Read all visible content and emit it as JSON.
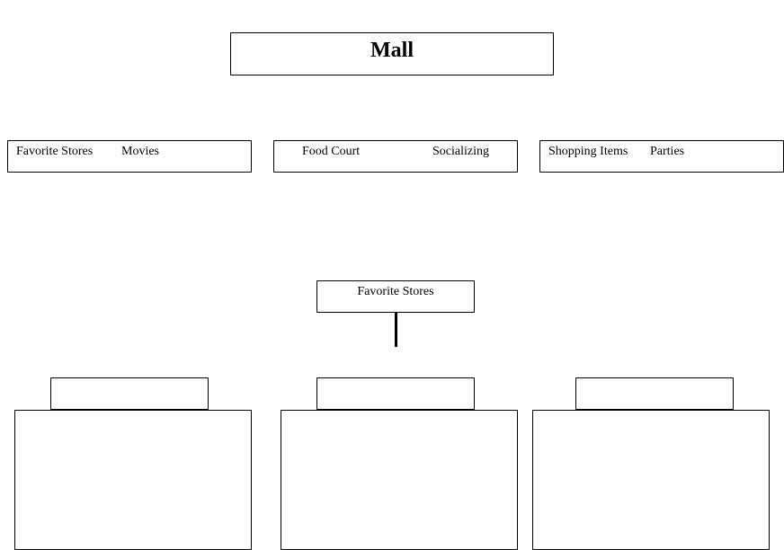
{
  "title": "Mall",
  "categories": [
    {
      "left": "Favorite Stores",
      "right": "Movies"
    },
    {
      "left": "Food Court",
      "right": "Socializing"
    },
    {
      "left": "Shopping Items",
      "right": "Parties"
    }
  ],
  "focus": {
    "label": "Favorite Stores"
  },
  "sub_boxes": [
    {
      "label": "",
      "content": ""
    },
    {
      "label": "",
      "content": ""
    },
    {
      "label": "",
      "content": ""
    }
  ]
}
